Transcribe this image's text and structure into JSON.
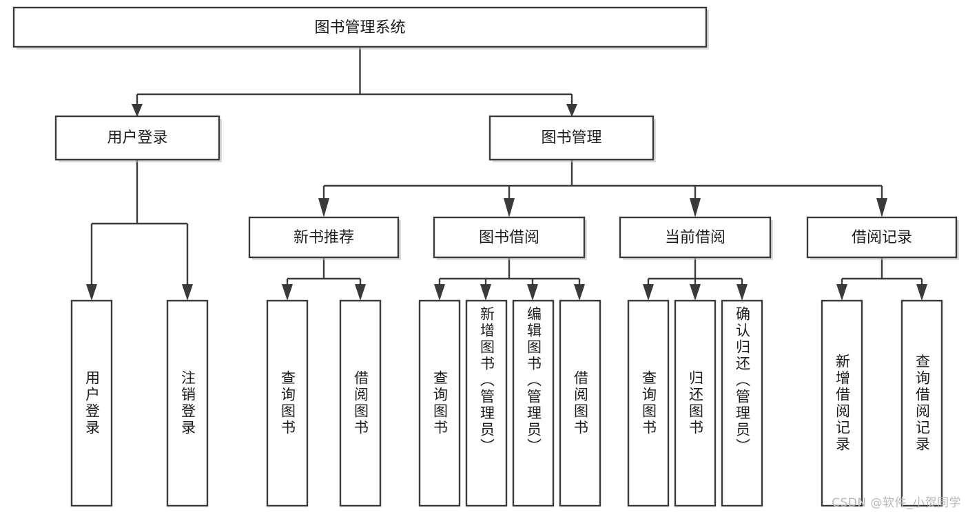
{
  "diagram": {
    "type": "tree-hierarchy",
    "orientation": "top-down",
    "title_node": "图书管理系统",
    "colors": {
      "box_stroke": "#3a3a3a",
      "box_fill": "#ffffff",
      "connector": "#3a3a3a",
      "text": "#1d1d1d",
      "watermark": "#b9b9b9",
      "background": "#ffffff"
    }
  },
  "root": {
    "label": "图书管理系统"
  },
  "level2": [
    {
      "label": "用户登录"
    },
    {
      "label": "图书管理"
    }
  ],
  "level3": [
    {
      "label": "新书推荐"
    },
    {
      "label": "图书借阅"
    },
    {
      "label": "当前借阅"
    },
    {
      "label": "借阅记录"
    }
  ],
  "leaves": {
    "user_login": [
      {
        "label": "用户登录"
      },
      {
        "label": "注销登录"
      }
    ],
    "new_book_recommend": [
      {
        "label": "查询图书"
      },
      {
        "label": "借阅图书"
      }
    ],
    "book_borrow": [
      {
        "label": "查询图书"
      },
      {
        "label": "新增图书（管理员）"
      },
      {
        "label": "编辑图书（管理员）"
      },
      {
        "label": "借阅图书"
      }
    ],
    "current_borrow": [
      {
        "label": "查询图书"
      },
      {
        "label": "归还图书"
      },
      {
        "label": "确认归还（管理员）"
      }
    ],
    "borrow_record": [
      {
        "label": "新增借阅记录"
      },
      {
        "label": "查询借阅记录"
      }
    ]
  },
  "watermark": {
    "text": "CSDN @软件_小贺同学"
  }
}
